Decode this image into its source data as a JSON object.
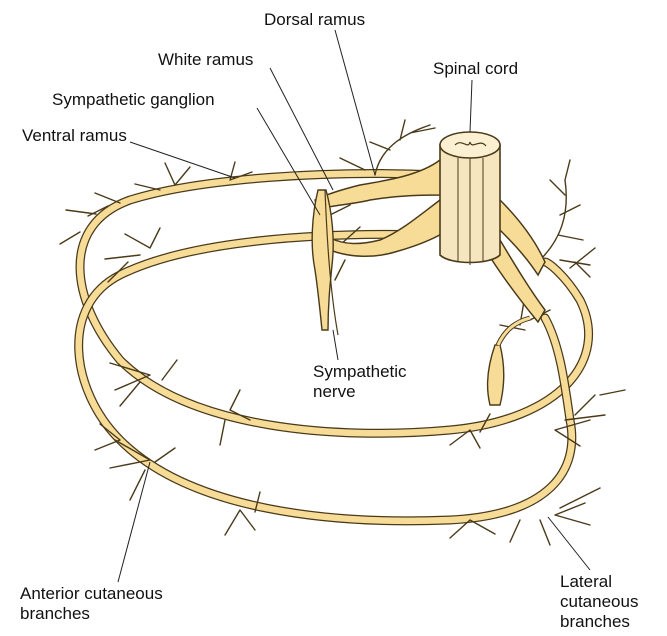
{
  "colors": {
    "nerve_fill": "#f7dc98",
    "nerve_outline": "#4a3a1a",
    "cord_fill": "#f5e6bf",
    "leader": "#222222",
    "text": "#111111",
    "background": "#ffffff"
  },
  "labels": {
    "dorsal_ramus": "Dorsal ramus",
    "white_ramus": "White ramus",
    "spinal_cord": "Spinal cord",
    "sympathetic_ganglion": "Sympathetic ganglion",
    "ventral_ramus": "Ventral ramus",
    "sympathetic_nerve": "Sympathetic\nnerve",
    "anterior_cutaneous": "Anterior cutaneous\nbranches",
    "lateral_cutaneous": "Lateral\ncutaneous\nbranches"
  }
}
